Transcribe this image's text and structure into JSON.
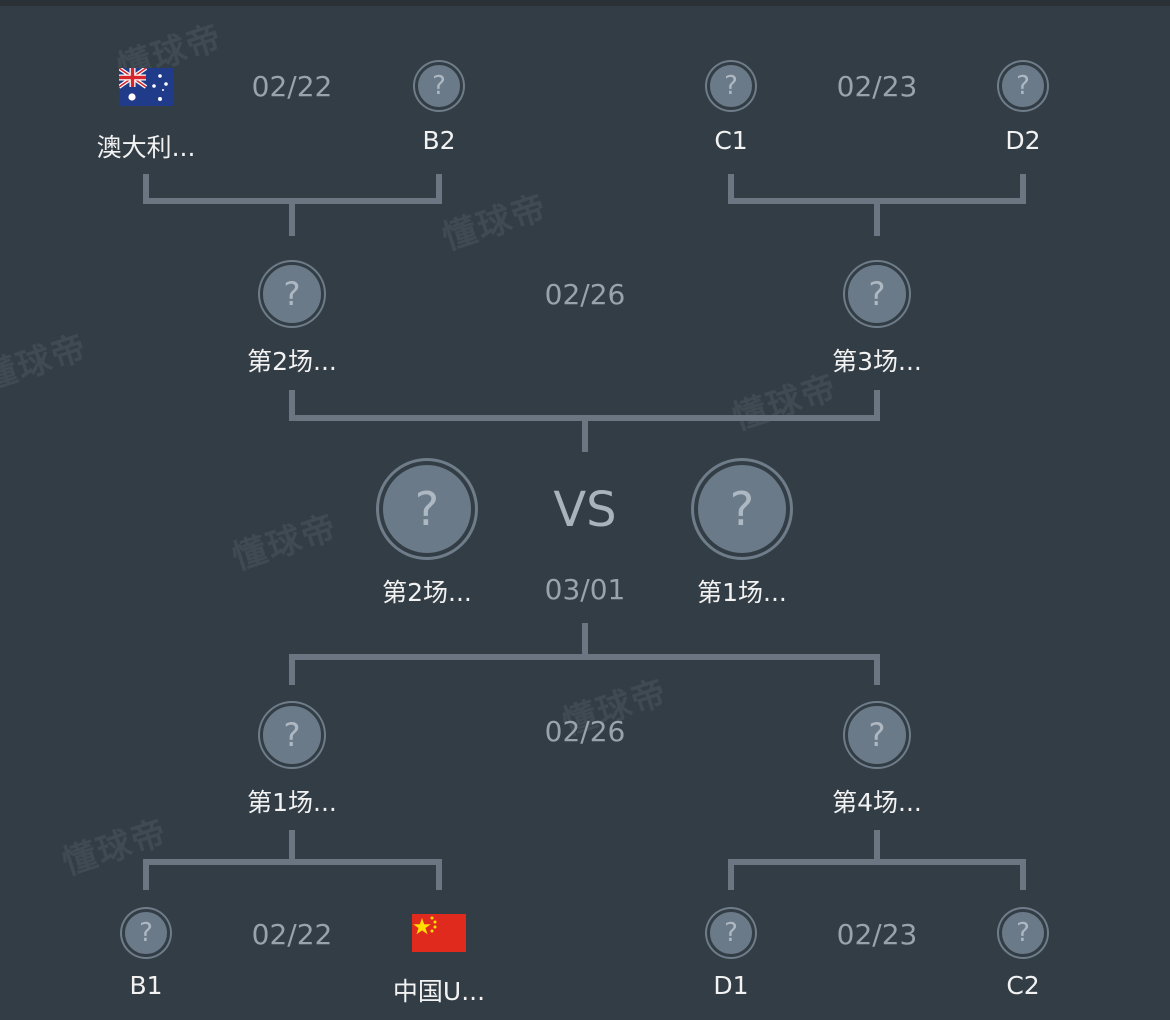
{
  "bracket": {
    "vs_label": "VS",
    "watermark_text": "懂球帝",
    "top_left": {
      "date": "02/22",
      "team1": {
        "name": "澳大利...",
        "icon": "australia-flag"
      },
      "team2": {
        "name": "B2",
        "icon": "question-mark"
      }
    },
    "top_right": {
      "date": "02/23",
      "team1": {
        "name": "C1",
        "icon": "question-mark"
      },
      "team2": {
        "name": "D2",
        "icon": "question-mark"
      }
    },
    "semi_top": {
      "date": "02/26",
      "team1": {
        "name": "第2场...",
        "icon": "question-mark"
      },
      "team2": {
        "name": "第3场...",
        "icon": "question-mark"
      }
    },
    "final": {
      "date": "03/01",
      "team1": {
        "name": "第2场...",
        "icon": "question-mark"
      },
      "team2": {
        "name": "第1场...",
        "icon": "question-mark"
      }
    },
    "semi_bottom": {
      "date": "02/26",
      "team1": {
        "name": "第1场...",
        "icon": "question-mark"
      },
      "team2": {
        "name": "第4场...",
        "icon": "question-mark"
      }
    },
    "bottom_left": {
      "date": "02/22",
      "team1": {
        "name": "B1",
        "icon": "question-mark"
      },
      "team2": {
        "name": "中国U...",
        "icon": "china-flag"
      }
    },
    "bottom_right": {
      "date": "02/23",
      "team1": {
        "name": "D1",
        "icon": "question-mark"
      },
      "team2": {
        "name": "C2",
        "icon": "question-mark"
      }
    },
    "colors": {
      "background": "#333d45",
      "connector": "#6b7682",
      "placeholder": "#6b7a89",
      "date_text": "#98a3ad",
      "team_text": "#f2f2f2"
    }
  }
}
